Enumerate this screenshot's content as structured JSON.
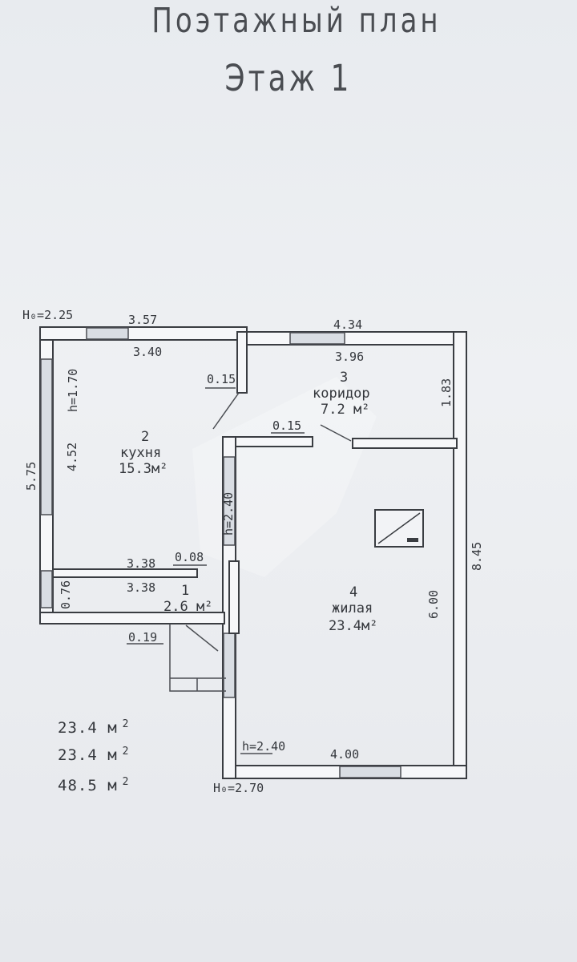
{
  "title": "Поэтажный план",
  "floor": "Этаж 1",
  "heights": {
    "top_left": "H₀=2.25",
    "bottom": "H₀=2.70",
    "kitchen_window": "h=1.70",
    "hall": "h=2.40",
    "living": "h=2.40"
  },
  "dimensions": {
    "kitchen_outer_top": "3.57",
    "kitchen_inner_top": "3.40",
    "corridor_outer_top": "4.34",
    "corridor_inner_top": "3.96",
    "corridor_right": "1.83",
    "wall_015_a": "0.15",
    "wall_015_b": "0.15",
    "kitchen_outer_left": "5.75",
    "kitchen_inner_left": "4.52",
    "hall_outer": "3.38",
    "hall_inner": "3.38",
    "hall_wall": "0.08",
    "hall_left": "0.76",
    "porch": "0.19",
    "living_inner_right": "6.00",
    "outer_right": "8.45",
    "living_bottom": "4.00"
  },
  "rooms": [
    {
      "number": "2",
      "name": "кухня",
      "area": "15.3м²"
    },
    {
      "number": "3",
      "name": "коридор",
      "area": "7.2 м²"
    },
    {
      "number": "4",
      "name": "жилая",
      "area": "23.4м²"
    },
    {
      "number": "1",
      "name": "",
      "area": "2.6 м²"
    }
  ],
  "totals": [
    "23.4 м",
    "23.4 м",
    "48.5 м"
  ],
  "totals_unit_sup": "2"
}
